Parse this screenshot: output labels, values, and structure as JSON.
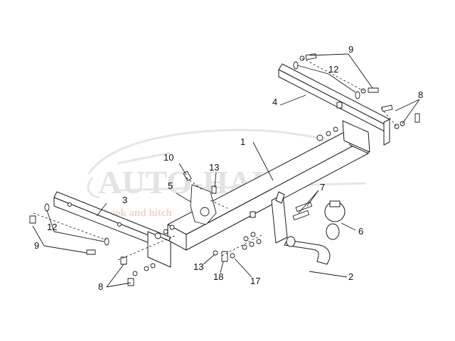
{
  "watermark": {
    "brand": "AUTO-HAK",
    "tagline": "hook and hitch",
    "color": "#e3e3e3",
    "tagline_color": "#f2d4cc"
  },
  "callouts": [
    {
      "id": "c1",
      "number": "1"
    },
    {
      "id": "c2",
      "number": "2"
    },
    {
      "id": "c3",
      "number": "3"
    },
    {
      "id": "c4",
      "number": "4"
    },
    {
      "id": "c5",
      "number": "5"
    },
    {
      "id": "c6",
      "number": "6"
    },
    {
      "id": "c7",
      "number": "7"
    },
    {
      "id": "c8a",
      "number": "8"
    },
    {
      "id": "c8b",
      "number": "8"
    },
    {
      "id": "c9a",
      "number": "9"
    },
    {
      "id": "c9b",
      "number": "9"
    },
    {
      "id": "c10",
      "number": "10"
    },
    {
      "id": "c12a",
      "number": "12"
    },
    {
      "id": "c12b",
      "number": "12"
    },
    {
      "id": "c13a",
      "number": "13"
    },
    {
      "id": "c13b",
      "number": "13"
    },
    {
      "id": "c17",
      "number": "17"
    },
    {
      "id": "c18",
      "number": "18"
    }
  ],
  "colors": {
    "line": "#1a1a1a",
    "fill": "#ffffff"
  }
}
